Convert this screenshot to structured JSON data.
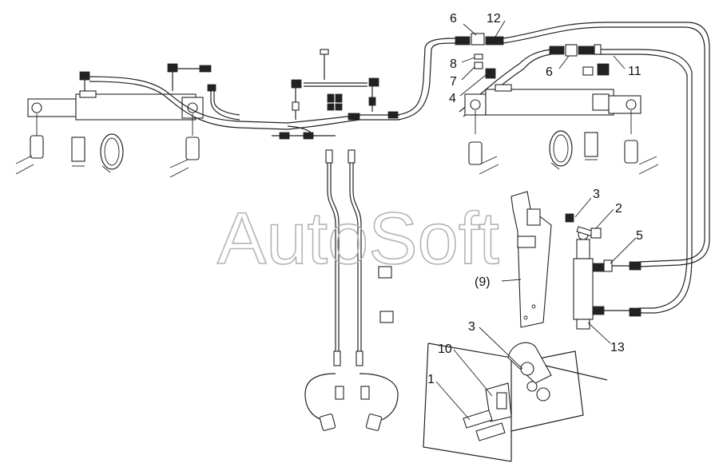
{
  "watermark": "AutoSoft",
  "callouts": {
    "c1": "1",
    "c2": "2",
    "c3a": "3",
    "c3b": "3",
    "c4": "4",
    "c5": "5",
    "c6a": "6",
    "c6b": "6",
    "c7": "7",
    "c8": "8",
    "c9": "(9)",
    "c10": "10",
    "c11": "11",
    "c12": "12",
    "c13": "13"
  }
}
